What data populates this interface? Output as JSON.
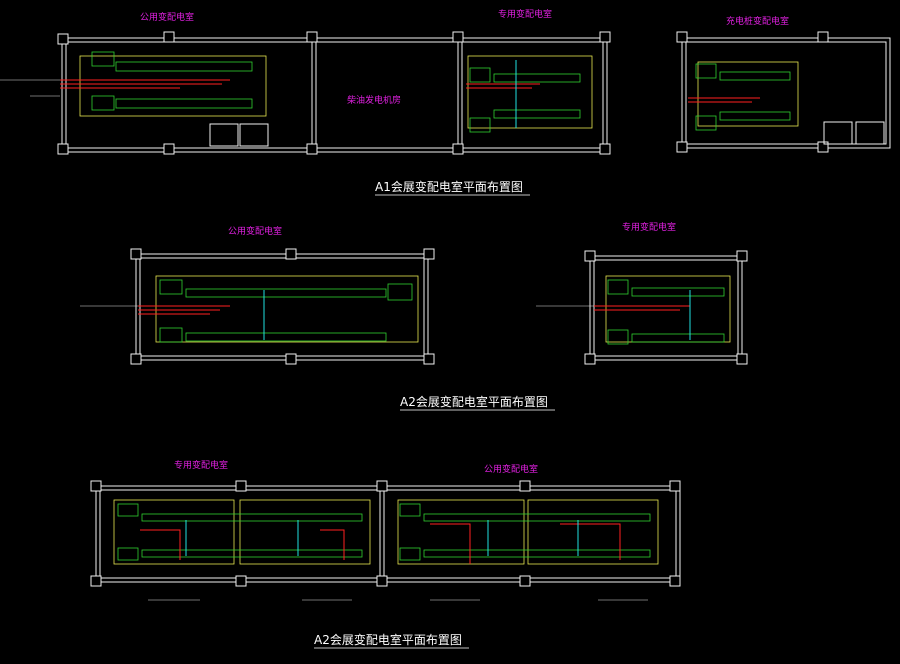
{
  "drawing_titles": {
    "a1": "A1会展变配电室平面布置图",
    "a2_top": "A2会展变配电室平面布置图",
    "a2_bottom": "A2会展变配电室平面布置图"
  },
  "room_labels": {
    "a1_public": "公用变配电室",
    "a1_diesel": "柴油发电机房",
    "a1_dedicated": "专用变配电室",
    "a1_charging": "充电桩变配电室",
    "a2_public": "公用变配电室",
    "a2_dedicated": "专用变配电室",
    "a2b_dedicated": "专用变配电室",
    "a2b_public": "公用变配电室"
  },
  "colors": {
    "background": "#000000",
    "wall": "#f0f0f0",
    "room_label": "#e020e0",
    "cable_tray": "#e8e850",
    "cabinet": "#30d030",
    "feeder_red": "#ff2020",
    "feeder_cyan": "#20e0e0"
  }
}
